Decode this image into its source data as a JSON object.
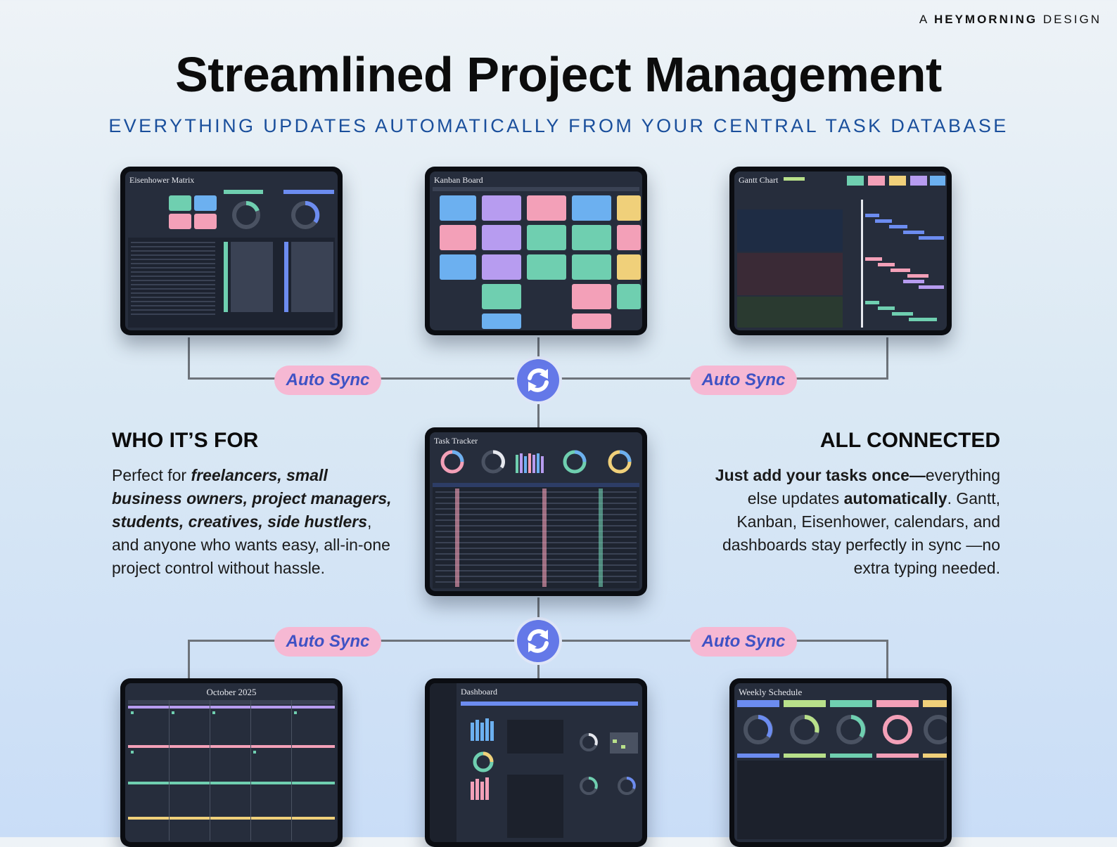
{
  "brand": {
    "prefix": "A",
    "name": "HEYMORNING",
    "suffix": "DESIGN"
  },
  "title": "Streamlined Project Management",
  "subtitle": "EVERYTHING UPDATES AUTOMATICALLY FROM YOUR CENTRAL TASK DATABASE",
  "sync_label": "Auto Sync",
  "screens": {
    "eisenhower": "Eisenhower Matrix",
    "kanban": "Kanban Board",
    "gantt": "Gantt Chart",
    "tracker": "Task Tracker",
    "calendar": "October 2025",
    "dashboard": "Dashboard",
    "weekly": "Weekly Schedule"
  },
  "who": {
    "heading": "WHO IT’S FOR",
    "lead": "Perfect for ",
    "bold": "freelancers, small business owners, project managers, students, creatives, side hustlers",
    "tail": ", and anyone who wants easy, all-in-one project control without hassle."
  },
  "connected": {
    "heading": "ALL CONNECTED",
    "bold1": "Just add your tasks once—",
    "mid": "everything else updates ",
    "bold2": "automatically",
    "tail": ". Gantt, Kanban, Eisenhower, calendars, and dashboards stay perfectly in sync —no extra typing needed."
  },
  "colors": {
    "pill": "#f6b8d3",
    "pill_text": "#3f52c4",
    "sync": "#6478e8",
    "subtitle": "#1a4f9c"
  }
}
